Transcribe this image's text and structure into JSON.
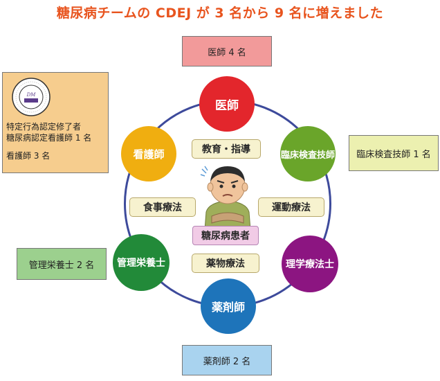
{
  "title": "糖尿病チームの CDEJ が 3 名から 9 名に増えました",
  "staff_boxes": {
    "doctor": "医師 4 名",
    "lab_tech": "臨床検査技師 1 名",
    "dietitian": "管理栄養士 2 名",
    "pharmacist": "薬剤師 2 名",
    "nurse_line1": "特定行為認定修了者",
    "nurse_line2": "糖尿病認定看護師 1 名",
    "nurse_line3": "看護師 3 名"
  },
  "nodes": {
    "doctor": "医師",
    "lab_tech": "臨床検査技師",
    "physical_therapist": "理学療法士",
    "pharmacist": "薬剤師",
    "dietitian": "管理栄養士",
    "nurse": "看護師"
  },
  "center": {
    "education": "教育・指導",
    "diet_therapy": "食事療法",
    "exercise_therapy": "運動療法",
    "drug_therapy": "薬物療法",
    "patient": "糖尿病患者"
  },
  "colors": {
    "title": "#e8541e",
    "ring": "#3d4a9b",
    "doctor": "#e3262c",
    "lab_tech": "#6aa52a",
    "physical_therapist": "#8c1581",
    "pharmacist": "#1e74ba",
    "dietitian": "#228a39",
    "nurse": "#f0ae10"
  },
  "icons": {
    "seal": "cdej-seal-icon",
    "patient": "patient-illustration-icon"
  }
}
